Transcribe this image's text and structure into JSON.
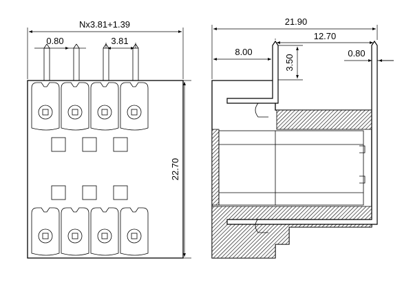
{
  "front_view": {
    "pitch_formula_label": "Nx3.81+1.39",
    "pin_width_label": "0.80",
    "pitch_label": "3.81",
    "height_label": "22.70"
  },
  "side_view": {
    "overall_depth_label": "21.90",
    "pin_offset_label": "12.70",
    "body_offset_label": "8.00",
    "pin_protrusion_label": "3.50",
    "pin_thickness_label": "0.80"
  }
}
